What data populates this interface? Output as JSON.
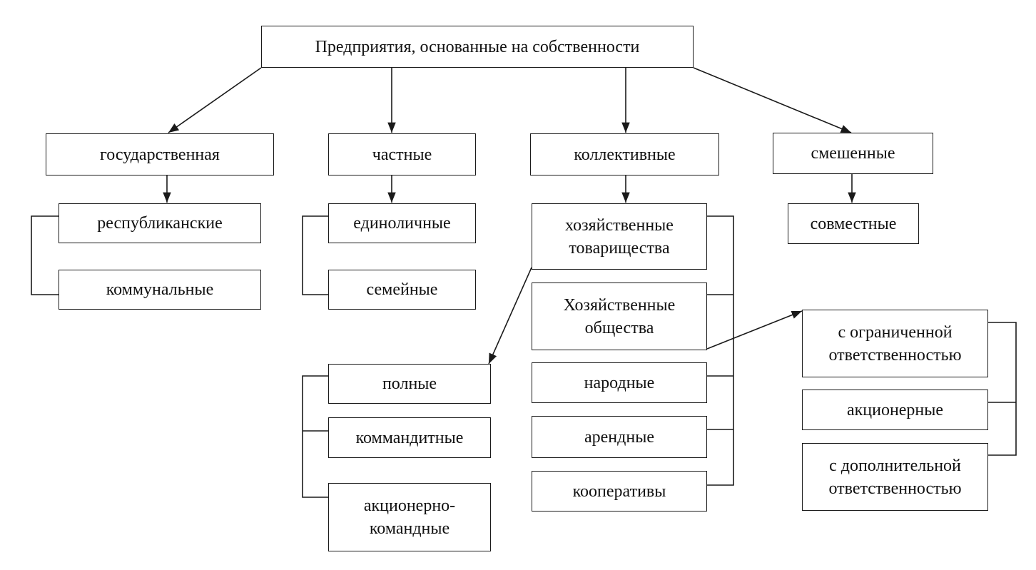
{
  "root": "Предприятия, основанные на собственности",
  "categories": {
    "state": "государственная",
    "private": "частные",
    "collective": "коллективные",
    "mixed": "смешенные"
  },
  "state_types": [
    "республиканские",
    "коммунальные"
  ],
  "private_types": [
    "единоличные",
    "семейные"
  ],
  "collective_types": [
    "хозяйственные\nтоварищества",
    "Хозяйственные\nобщества",
    "народные",
    "арендные",
    "кооперативы"
  ],
  "mixed_types": [
    "совместные"
  ],
  "partnership_types": [
    "полные",
    "коммандитные",
    "акционерно-\nкомандные"
  ],
  "company_types": [
    "с ограниченной\nответственностью",
    "акционерные",
    "с дополнительной\nответственностью"
  ]
}
